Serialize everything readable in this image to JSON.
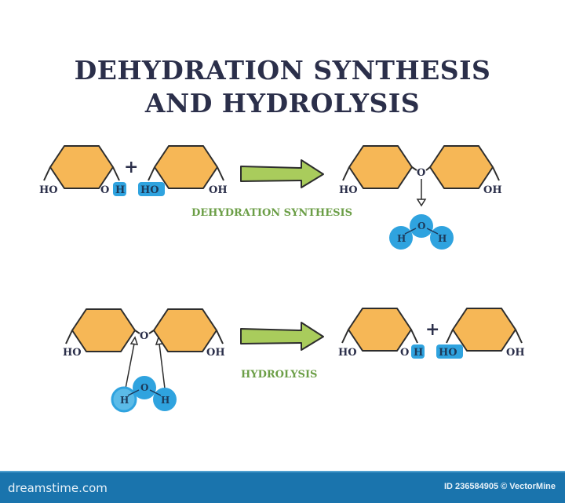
{
  "title": {
    "line1": "DEHYDRATION SYNTHESIS",
    "line2": "AND HYDROLYSIS"
  },
  "colors": {
    "title": "#2b2f4a",
    "ring_fill": "#f6b756",
    "ring_stroke": "#2d2d2d",
    "arrow_fill": "#a9cc5c",
    "process_label": "#6b9e46",
    "water": "#2fa3df",
    "footer_bg": "#1a74ad"
  },
  "dehydration": {
    "label": "DEHYDRATION SYNTHESIS",
    "reactant1": {
      "left": "HO",
      "right": "O",
      "highlight": "H"
    },
    "plus": "+",
    "reactant2": {
      "highlight": "HO",
      "right": "OH"
    },
    "product": {
      "left": "HO",
      "bridge": "O",
      "right": "OH"
    },
    "water": {
      "h1": "H",
      "o": "O",
      "h2": "H"
    }
  },
  "hydrolysis": {
    "label": "HYDROLYSIS",
    "reactant": {
      "left": "HO",
      "bridge": "O",
      "right": "OH"
    },
    "water": {
      "h1": "H",
      "o": "O",
      "h2": "H"
    },
    "product1": {
      "left": "HO",
      "right": "O",
      "highlight": "H"
    },
    "plus": "+",
    "product2": {
      "highlight": "HO",
      "right": "OH"
    }
  },
  "footer": {
    "brand": "dreamstime.com",
    "credit": "ID 236584905 © VectorMine"
  }
}
